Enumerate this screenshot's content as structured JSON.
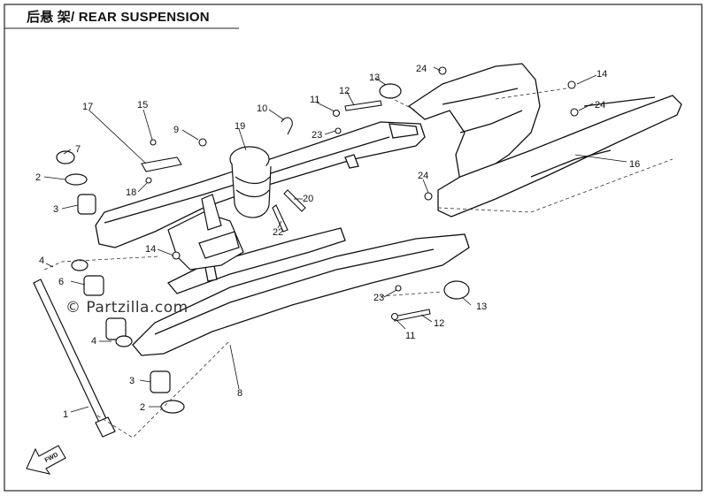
{
  "title": "后悬 架/ REAR SUSPENSION",
  "watermark": "© Partzilla.com",
  "direction_label": "FWD",
  "callouts": [
    "1",
    "2",
    "2",
    "3",
    "3",
    "4",
    "4",
    "6",
    "7",
    "8",
    "9",
    "10",
    "11",
    "11",
    "12",
    "12",
    "13",
    "13",
    "14",
    "14",
    "15",
    "16",
    "17",
    "18",
    "19",
    "20",
    "22",
    "23",
    "23",
    "24",
    "24",
    "24"
  ]
}
